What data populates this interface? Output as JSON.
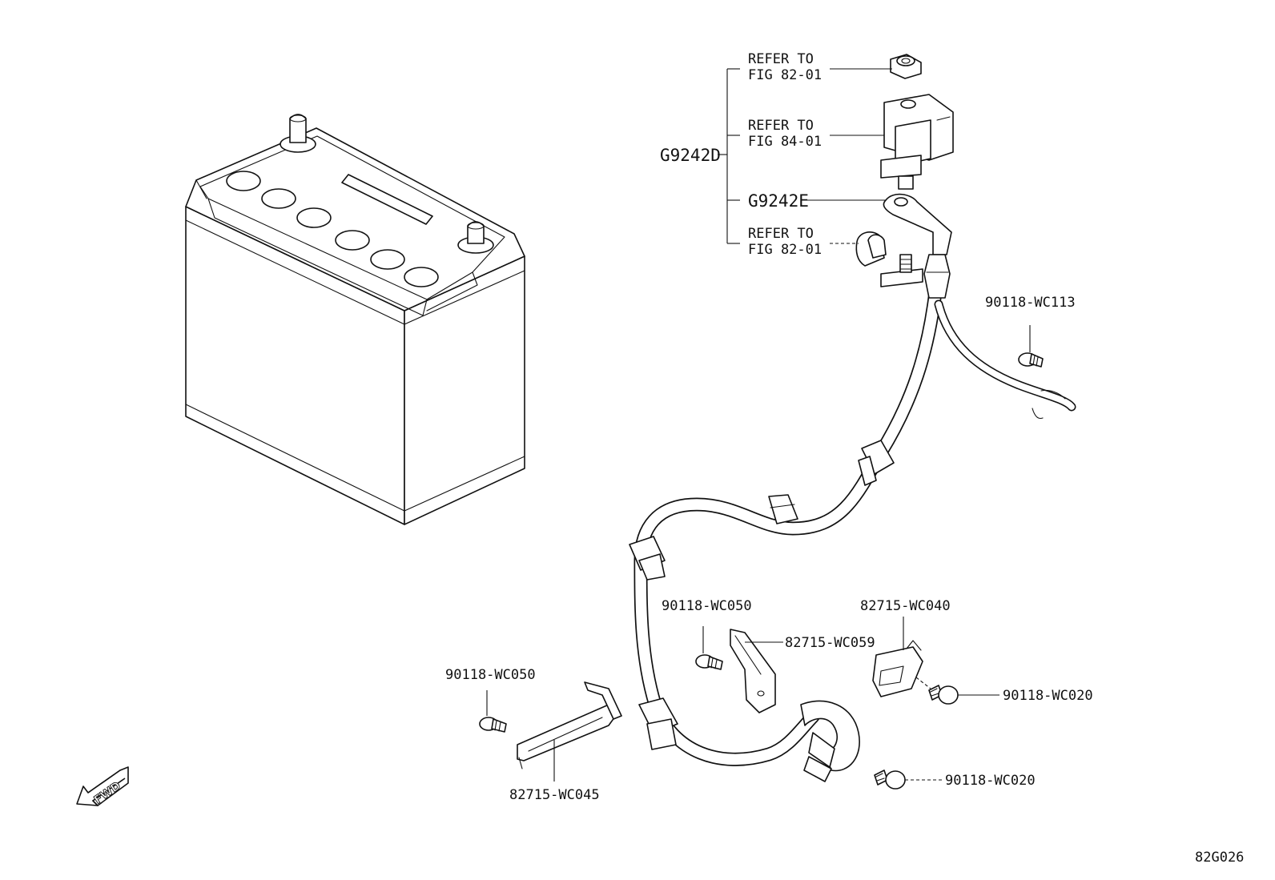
{
  "figure_code": "82G026",
  "fwd_label": "FWD",
  "group_labels": {
    "g9242d": "G9242D",
    "g9242e": "G9242E"
  },
  "refer": {
    "r1": {
      "line1": "REFER TO",
      "line2": "FIG 82-01"
    },
    "r2": {
      "line1": "REFER TO",
      "line2": "FIG 84-01"
    },
    "r3": {
      "line1": "REFER TO",
      "line2": "FIG 82-01"
    }
  },
  "part_numbers": {
    "bolt_wc113": "90118-WC113",
    "bolt_wc050_center": "90118-WC050",
    "bracket_wc059": "82715-WC059",
    "bracket_wc040": "82715-WC040",
    "bolt_wc020_upper": "90118-WC020",
    "bolt_wc020_lower": "90118-WC020",
    "bolt_wc050_left": "90118-WC050",
    "bracket_wc045": "82715-WC045"
  }
}
